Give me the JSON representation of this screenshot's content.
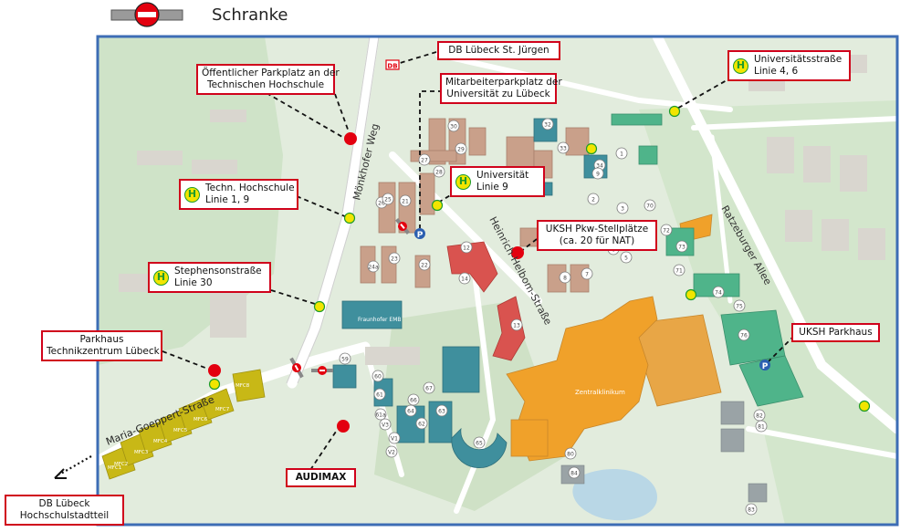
{
  "legend": {
    "barrier_label": "Schranke"
  },
  "street_labels": {
    "moenkhofer_weg": "Mönkhofer Weg",
    "heinrich_helbom": "Heinrich-Helbom-Straße",
    "ratzeburger_allee": "Ratzeburger Allee",
    "maria_goeppert": "Maria-Goeppert-Straße"
  },
  "callouts": {
    "db_juergen": "DB Lübeck St. Jürgen",
    "public_parking_1": "Öffentlicher Parkplatz an der",
    "public_parking_2": "Technischen Hochschule",
    "staff_parking_1": "Mitarbeiterparkplatz der",
    "staff_parking_2": "Universität zu Lübeck",
    "uni_str_1": "Universitätsstraße",
    "uni_str_2": "Linie 4, 6",
    "th_1": "Techn. Hochschule",
    "th_2": "Linie 1, 9",
    "uni_1": "Universität",
    "uni_2": "Linie 9",
    "uksh_pkw_1": "UKSH Pkw-Stellplätze",
    "uksh_pkw_2": "(ca. 20 für NAT)",
    "stephenson_1": "Stephensonstraße",
    "stephenson_2": "Linie 30",
    "parkhaus_tz_1": "Parkhaus",
    "parkhaus_tz_2": "Technikzentrum Lübeck",
    "uksh_parkhaus": "UKSH Parkhaus",
    "audimax": "AUDIMAX",
    "db_hochschul_1": "DB Lübeck",
    "db_hochschul_2": "Hochschulstadtteil"
  },
  "bus_stop_glyph": "H",
  "parking_glyph": "P",
  "map_labels": {
    "db_badge": "DB",
    "zentralklinikum": "Zentralklinikum",
    "fraunhofer": "Fraunhofer EMB",
    "mfc_buildings": [
      "MFC8",
      "MFC7",
      "MFC6",
      "MFC5",
      "MFC4",
      "MFC3",
      "MFC2",
      "MFC1"
    ],
    "building_numbers": [
      "30",
      "29",
      "28",
      "27",
      "26",
      "25",
      "24a",
      "23",
      "22",
      "21",
      "12",
      "14",
      "13",
      "32",
      "33",
      "34",
      "1",
      "2",
      "3",
      "4",
      "5",
      "6",
      "7",
      "8",
      "9",
      "70",
      "71",
      "72",
      "73",
      "74",
      "75",
      "76",
      "80",
      "81",
      "82",
      "83",
      "84",
      "59",
      "60",
      "61",
      "62",
      "63",
      "64",
      "65",
      "66",
      "67",
      "V1",
      "V2",
      "V3",
      "61a"
    ]
  },
  "icons": {
    "barrier": "no-entry-icon",
    "bus_stop": "bus-stop-icon",
    "parking": "parking-icon",
    "location": "location-dot-icon",
    "arrow": "arrow-icon"
  },
  "colors": {
    "callout_border": "#d0021b",
    "map_frame": "#3d6db5",
    "marker_red": "#e3000f",
    "bus_yellow": "#f2e500",
    "bus_green": "#1e9b2c",
    "hospital_orange": "#f0a12a",
    "uni_brown": "#c9a08a",
    "teal": "#3f8f9d",
    "green_bldg": "#4fb48a",
    "mfc_yellow": "#c8b816",
    "red_bldg": "#d9534f"
  }
}
